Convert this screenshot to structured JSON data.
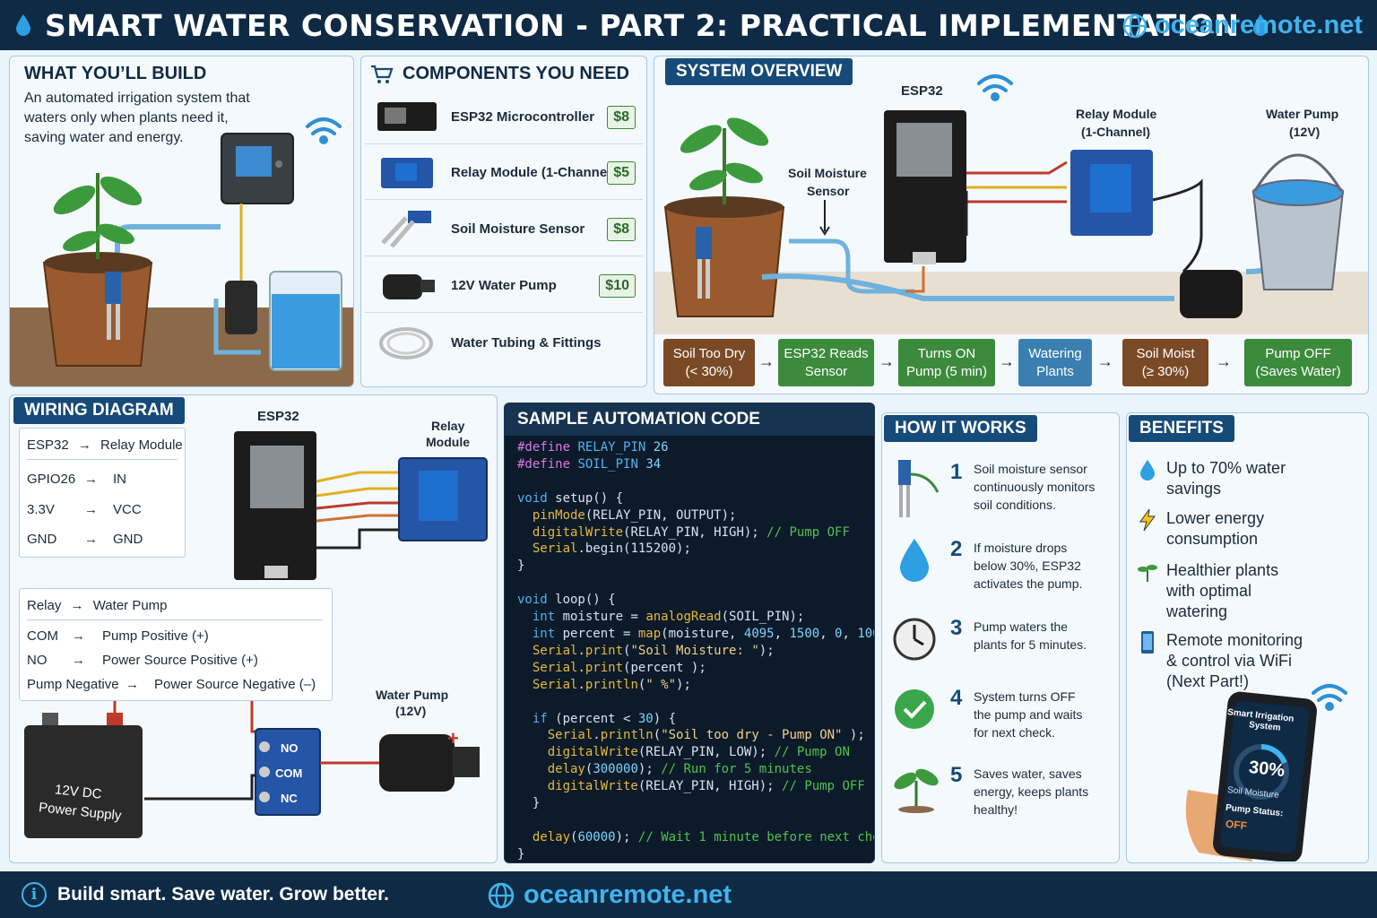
{
  "header": {
    "title": "SMART WATER CONSERVATION - PART 2: PRACTICAL IMPLEMENTATION",
    "site": "oceanremote.net"
  },
  "build": {
    "title": "WHAT YOU’LL BUILD",
    "desc_l1": "An automated irrigation system that",
    "desc_l2": "waters only when plants need it,",
    "desc_l3": "saving water and energy."
  },
  "components": {
    "title": "COMPONENTS YOU NEED",
    "items": [
      {
        "name": "ESP32 Microcontroller",
        "price": "$8"
      },
      {
        "name": "Relay Module (1-Channel)",
        "price": "$5"
      },
      {
        "name": "Soil Moisture Sensor",
        "price": "$8"
      },
      {
        "name": "12V Water Pump",
        "price": "$10"
      },
      {
        "name": "Water Tubing & Fittings",
        "price": ""
      }
    ]
  },
  "overview": {
    "title": "SYSTEM OVERVIEW",
    "esp32": "ESP32",
    "relay_l1": "Relay Module",
    "relay_l2": "(1-Channel)",
    "pump_l1": "Water Pump",
    "pump_l2": "(12V)",
    "sensor_l1": "Soil Moisture",
    "sensor_l2": "Sensor",
    "flow": [
      {
        "l1": "Soil Too Dry",
        "l2": "(< 30%)",
        "color": "#7a4a26"
      },
      {
        "l1": "ESP32 Reads",
        "l2": "Sensor",
        "color": "#3c8a3c"
      },
      {
        "l1": "Turns ON",
        "l2": "Pump (5 min)",
        "color": "#3c8a3c"
      },
      {
        "l1": "Watering",
        "l2": "Plants",
        "color": "#3a7fb0"
      },
      {
        "l1": "Soil Moist",
        "l2": "(≥ 30%)",
        "color": "#7a4a26"
      },
      {
        "l1": "Pump OFF",
        "l2": "(Saves Water)",
        "color": "#3c8a3c"
      }
    ]
  },
  "wiring": {
    "title": "WIRING DIAGRAM",
    "t1": {
      "head_a": "ESP32",
      "arrow": "→",
      "head_b": "Relay Module",
      "rows": [
        {
          "a": "GPIO26",
          "b": "IN"
        },
        {
          "a": "3.3V",
          "b": "VCC"
        },
        {
          "a": "GND",
          "b": "GND"
        }
      ]
    },
    "t2": {
      "head_a": "Relay",
      "arrow": "→",
      "head_b": "Water Pump",
      "rows": [
        {
          "a": "COM",
          "b": "Pump Positive (+)"
        },
        {
          "a": "NO",
          "b": "Power Source Positive (+)"
        },
        {
          "a": "Pump Negative",
          "b": "Power Source Negative (–)"
        }
      ]
    },
    "esp32": "ESP32",
    "relay_l1": "Relay",
    "relay_l2": "Module",
    "pump_l1": "Water Pump",
    "pump_l2": "(12V)",
    "battery_l1": "12V DC",
    "battery_l2": "Power Supply",
    "plus": "+",
    "term_no": "NO",
    "term_com": "COM",
    "term_nc": "NC"
  },
  "code": {
    "title": "SAMPLE AUTOMATION CODE"
  },
  "how": {
    "title": "HOW IT WORKS",
    "steps": [
      {
        "n": "1",
        "l1": "Soil moisture sensor",
        "l2": "continuously monitors",
        "l3": "soil conditions."
      },
      {
        "n": "2",
        "l1": "If moisture drops",
        "l2": "below 30%, ESP32",
        "l3": "activates the pump."
      },
      {
        "n": "3",
        "l1": "Pump waters the",
        "l2": "plants for 5 minutes.",
        "l3": ""
      },
      {
        "n": "4",
        "l1": "System turns OFF",
        "l2": "the pump and waits",
        "l3": "for next check."
      },
      {
        "n": "5",
        "l1": "Saves water, saves",
        "l2": "energy, keeps plants",
        "l3": "healthy!"
      }
    ]
  },
  "benefits": {
    "title": "BENEFITS",
    "items": [
      {
        "l1": "Up to 70% water",
        "l2": "savings",
        "l3": ""
      },
      {
        "l1": "Lower energy",
        "l2": "consumption",
        "l3": ""
      },
      {
        "l1": "Healthier plants",
        "l2": "with optimal",
        "l3": "watering"
      },
      {
        "l1": "Remote monitoring",
        "l2": "& control via WiFi",
        "l3": "(Next Part!)"
      }
    ],
    "phone": {
      "title_l1": "Smart Irrigation",
      "title_l2": "System",
      "value": "30%",
      "label": "Soil Moisture",
      "status_label": "Pump Status:",
      "status": "OFF"
    }
  },
  "footer": {
    "info": "i",
    "message": "Build smart. Save water. Grow better.",
    "site": "oceanremote.net"
  }
}
